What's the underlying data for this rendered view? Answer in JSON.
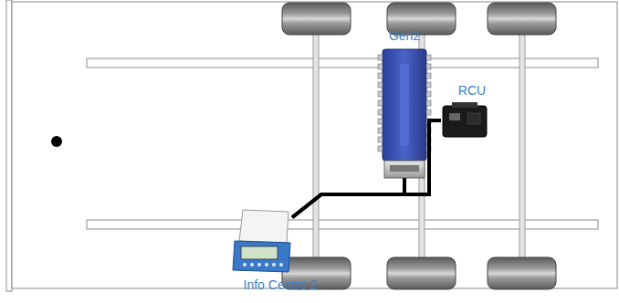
{
  "diagram": {
    "nodes": [
      {
        "text": [
          "Gen2"
        ]
      },
      {
        "text": [
          "RCU"
        ]
      },
      {
        "text": [
          "Info Centre 2"
        ]
      }
    ],
    "edges": [
      {
        "from": 2,
        "to": 0,
        "arrow": "none"
      },
      {
        "from": 2,
        "to": 1,
        "arrow": "none"
      }
    ]
  }
}
